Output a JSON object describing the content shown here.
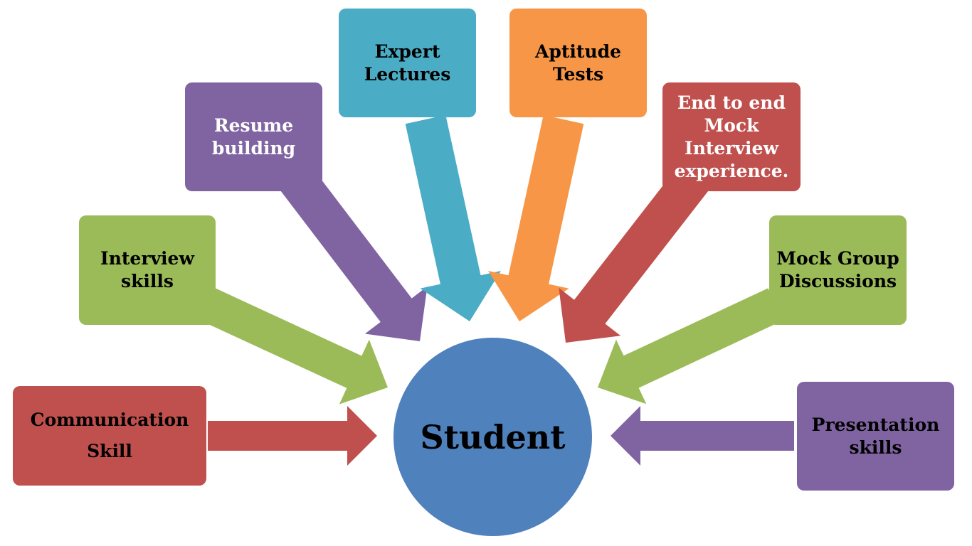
{
  "center": {
    "label": "Student",
    "color": "#4F81BD",
    "text_color": "#000000"
  },
  "nodes": [
    {
      "id": "communication",
      "label": "Communication\nSkill",
      "color": "#C0504D",
      "text_color": "#000000"
    },
    {
      "id": "interview",
      "label": "Interview\nskills",
      "color": "#9BBB59",
      "text_color": "#000000"
    },
    {
      "id": "resume",
      "label": "Resume\nbuilding",
      "color": "#8064A2",
      "text_color": "#ffffff"
    },
    {
      "id": "expert",
      "label": "Expert\nLectures",
      "color": "#4BACC6",
      "text_color": "#000000"
    },
    {
      "id": "aptitude",
      "label": "Aptitude\nTests",
      "color": "#F79646",
      "text_color": "#000000"
    },
    {
      "id": "endtoend",
      "label": "End to end\nMock\nInterview\nexperience.",
      "color": "#C0504D",
      "text_color": "#ffffff"
    },
    {
      "id": "mockgroup",
      "label": "Mock Group\nDiscussions",
      "color": "#9BBB59",
      "text_color": "#000000"
    },
    {
      "id": "presentation",
      "label": "Presentation\nskills",
      "color": "#8064A2",
      "text_color": "#000000"
    }
  ]
}
